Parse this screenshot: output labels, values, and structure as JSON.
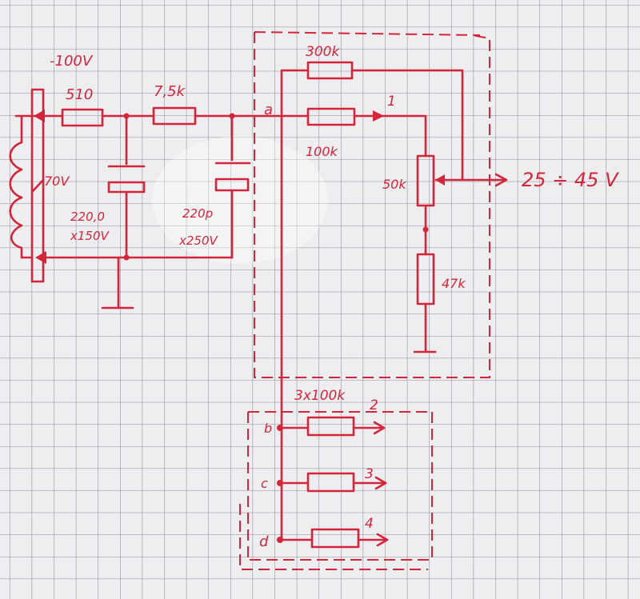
{
  "schematic": {
    "supply_voltage": "-100V",
    "r_510": "510",
    "r_7k5": "7,5k",
    "r_300k": "300k",
    "r_100k_top": "100k",
    "pot_50k": "50k",
    "r_47k": "47k",
    "r_3x100k": "3x100k",
    "cap_left_value": "220,0",
    "cap_left_rating": "x150V",
    "cap_right_value": "220p",
    "cap_right_rating": "x250V",
    "transformer_voltage": "70V",
    "output_range": "25 ÷ 45 V",
    "node_a": "a",
    "node_b": "b",
    "node_c": "c",
    "node_d": "d",
    "out_1": "1",
    "out_2": "2",
    "out_3": "3",
    "out_4": "4"
  },
  "colors": {
    "ink": "#d5253a",
    "paper": "#eeeef0",
    "grid": "#8a8d99"
  }
}
